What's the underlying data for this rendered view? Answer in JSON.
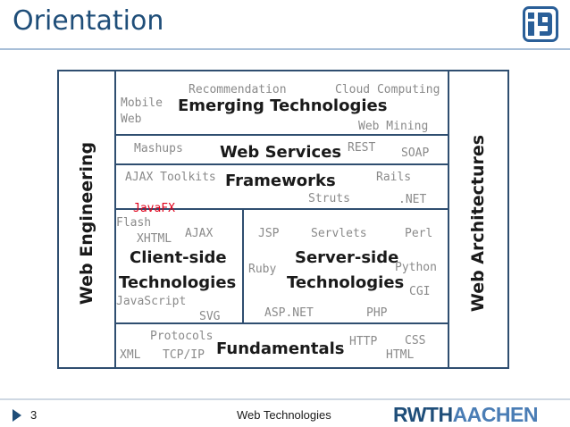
{
  "header": {
    "title": "Orientation"
  },
  "diagram": {
    "left_label": "Web Engineering",
    "right_label": "Web Architectures",
    "sections": {
      "emerging": "Emerging Technologies",
      "web_services": "Web Services",
      "frameworks": "Frameworks",
      "client_line1": "Client-side",
      "client_line2": "Technologies",
      "server_line1": "Server-side",
      "server_line2": "Technologies",
      "fundamentals": "Fundamentals"
    },
    "keywords": {
      "recommendation": "Recommendation",
      "cloud_computing": "Cloud Computing",
      "mobile_web_1": "Mobile",
      "mobile_web_2": "Web",
      "web_mining": "Web Mining",
      "mashups": "Mashups",
      "rest": "REST",
      "soap": "SOAP",
      "ajax_toolkits": "AJAX Toolkits",
      "rails": "Rails",
      "struts": "Struts",
      "dotnet": ".NET",
      "javafx": "JavaFX",
      "flash": "Flash",
      "xhtml": "XHTML",
      "ajax": "AJAX",
      "javascript": "JavaScript",
      "svg": "SVG",
      "jsp": "JSP",
      "servlets": "Servlets",
      "perl": "Perl",
      "ruby": "Ruby",
      "python": "Python",
      "cgi": "CGI",
      "aspnet": "ASP.NET",
      "php": "PHP",
      "protocols": "Protocols",
      "xml": "XML",
      "tcpip": "TCP/IP",
      "http": "HTTP",
      "css": "CSS",
      "html": "HTML"
    }
  },
  "footer": {
    "page_number": "3",
    "title": "Web Technologies",
    "logo_text_bold": "RWTH",
    "logo_text_light": "AACHEN"
  },
  "colors": {
    "title": "#1f4e79",
    "frame": "#2f4e70",
    "keyword": "#8a8a8a",
    "keyword_highlight": "#e0001b"
  }
}
